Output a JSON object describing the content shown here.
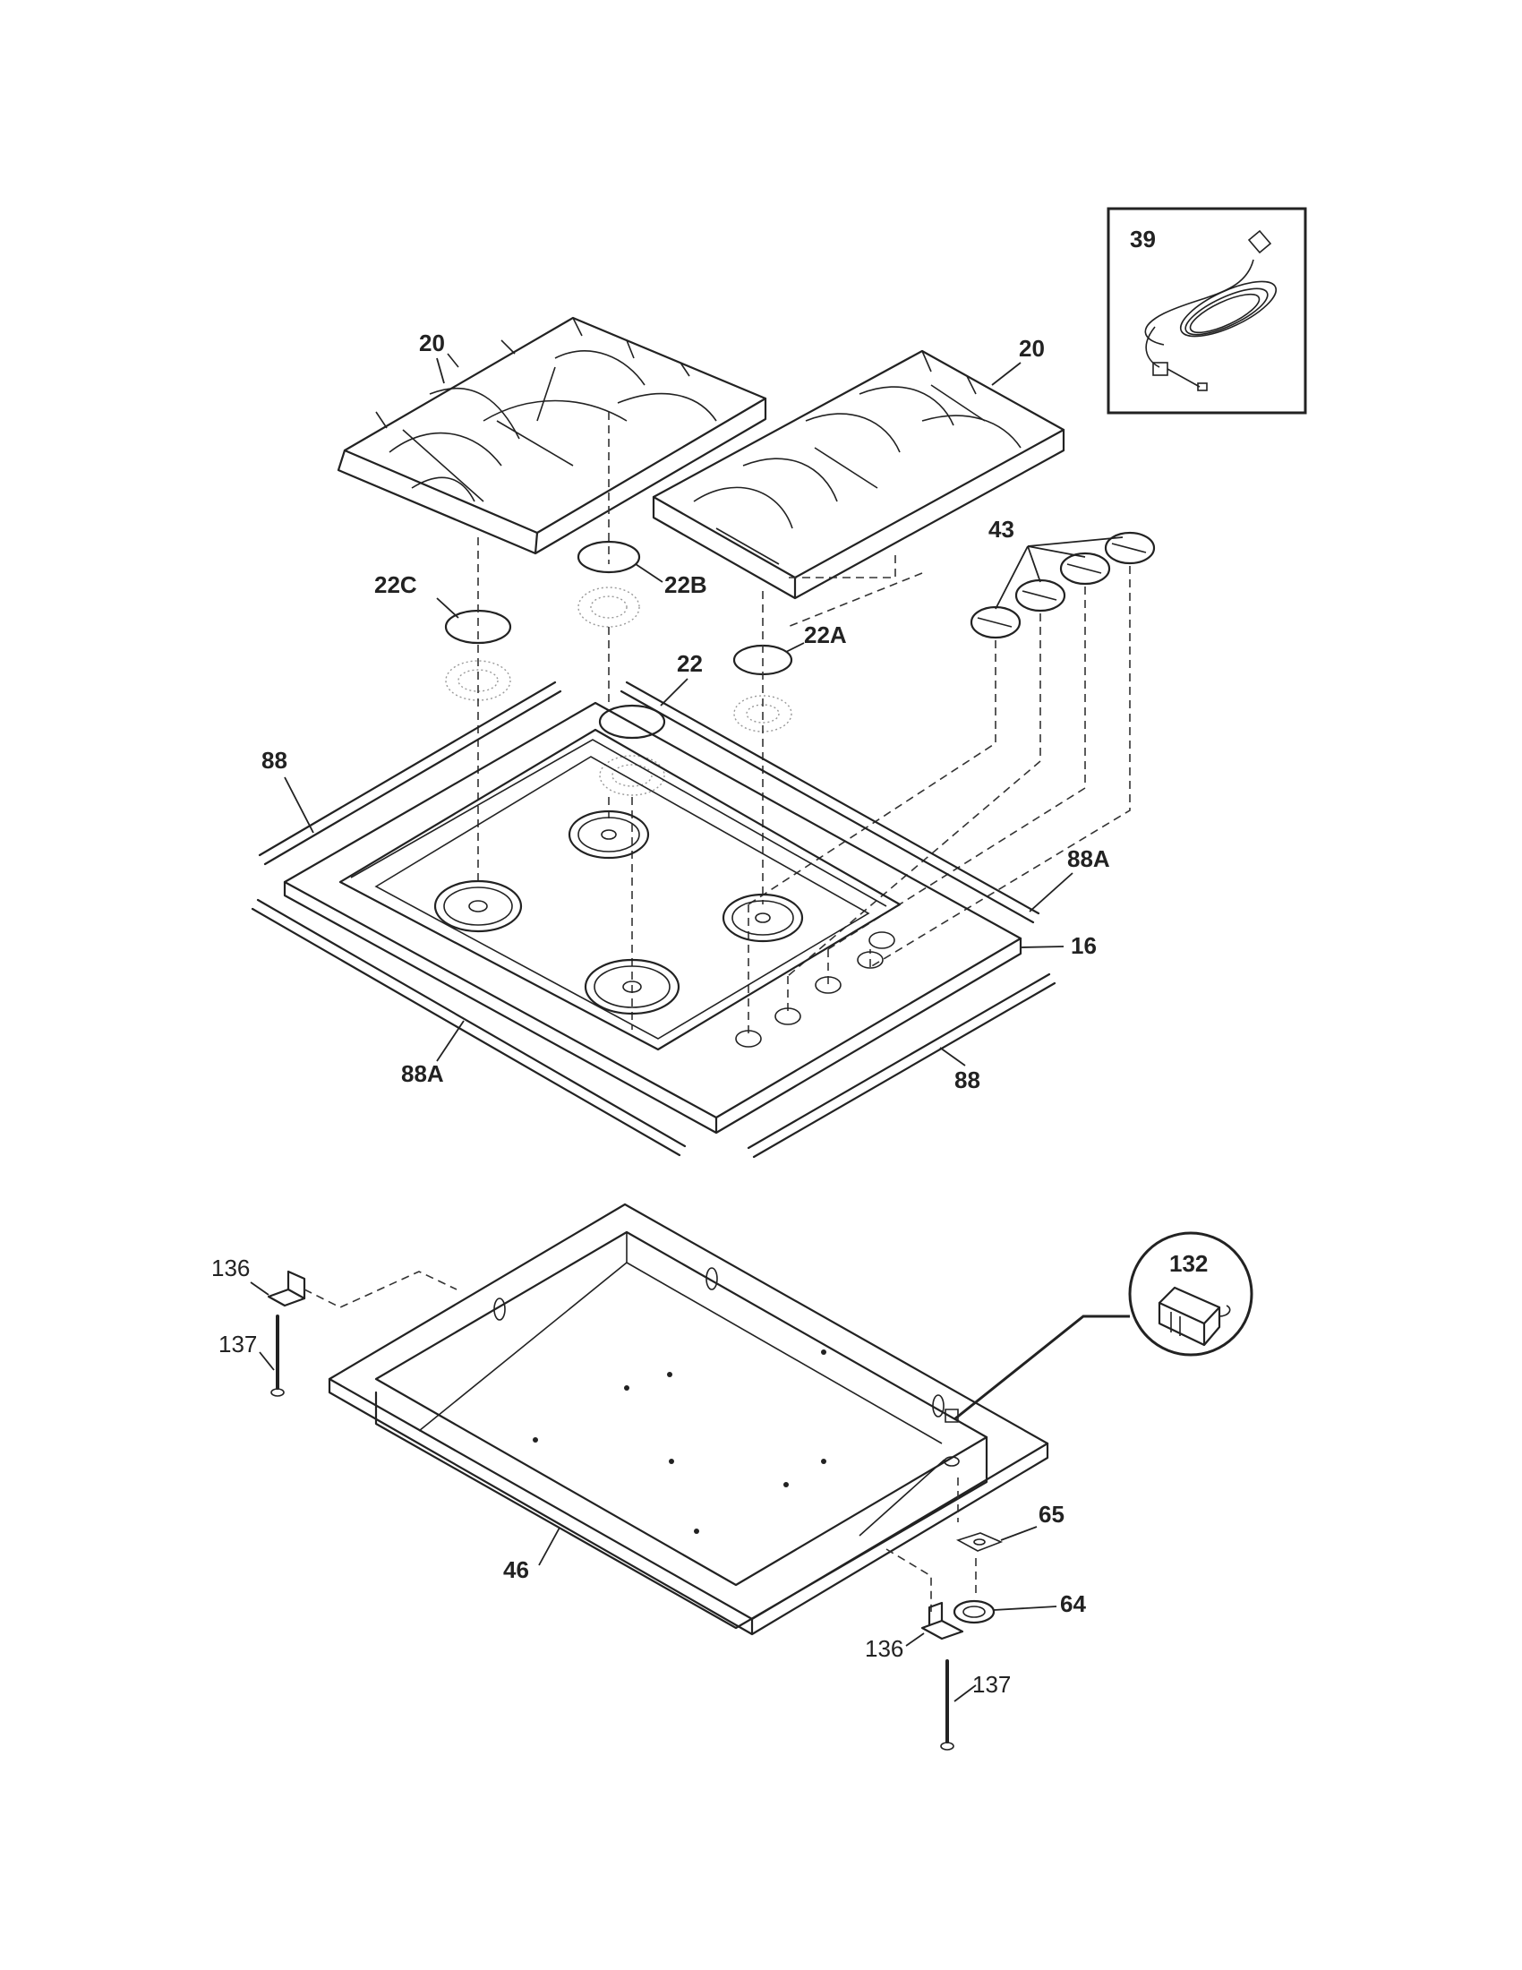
{
  "diagram": {
    "callouts": {
      "grate_left": "20",
      "grate_right": "20",
      "cord_kit": "39",
      "knobs": "43",
      "cap_22c": "22C",
      "cap_22b": "22B",
      "cap_22a": "22A",
      "cap_22": "22",
      "trim_left": "88",
      "trim_right_back": "88A",
      "cooktop": "16",
      "trim_front_left": "88A",
      "trim_front_right": "88",
      "bracket_left": "136",
      "screw_left": "137",
      "burner_box": "46",
      "valve_detail": "132",
      "gasket_65": "65",
      "gasket_64": "64",
      "bracket_right": "136",
      "screw_right": "137"
    }
  }
}
